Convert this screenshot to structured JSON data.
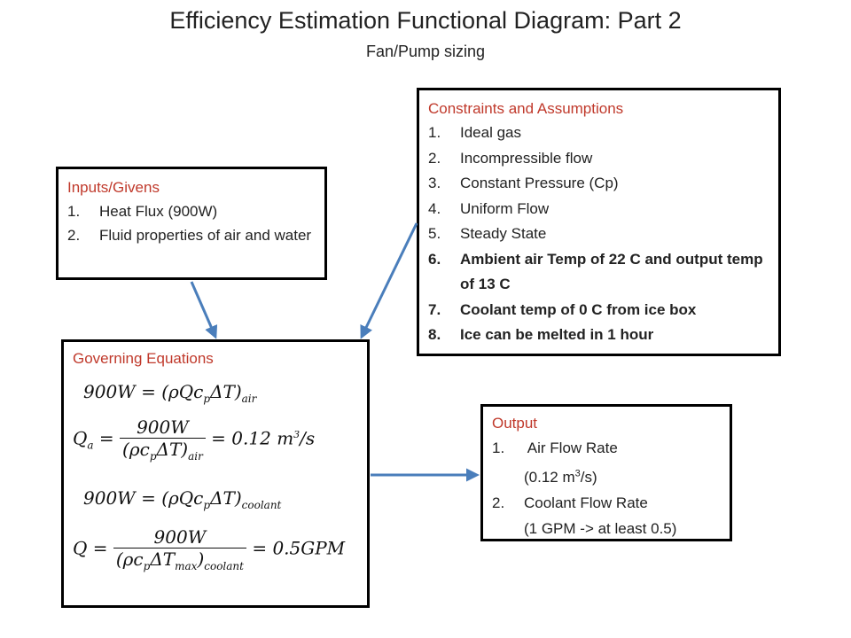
{
  "title": "Efficiency Estimation Functional Diagram: Part 2",
  "subtitle": "Fan/Pump sizing",
  "inputs": {
    "title": "Inputs/Givens",
    "items": [
      {
        "num": "1.",
        "text": "Heat Flux (900W)"
      },
      {
        "num": "2.",
        "text": "Fluid properties of air and water"
      }
    ]
  },
  "constraints": {
    "title": "Constraints and Assumptions",
    "items": [
      {
        "num": "1.",
        "text": "Ideal gas"
      },
      {
        "num": "2.",
        "text": "Incompressible flow"
      },
      {
        "num": "3.",
        "text": "Constant Pressure (Cp)"
      },
      {
        "num": "4.",
        "text": "Uniform Flow"
      },
      {
        "num": "5.",
        "text": "Steady State"
      },
      {
        "num": "6.",
        "text": "Ambient air Temp of 22 C and output temp of 13 C"
      },
      {
        "num": "7.",
        "text": "Coolant temp of 0 C from ice box"
      },
      {
        "num": "8.",
        "text": "Ice can be melted in 1 hour"
      }
    ]
  },
  "governing": {
    "title": "Governing Equations"
  },
  "output": {
    "title": "Output",
    "items": [
      {
        "num": "1.",
        "text": " Air Flow Rate",
        "detail_pre": "(0.12 m",
        "detail_sup": "3",
        "detail_post": "/s)"
      },
      {
        "num": "2.",
        "text": "Coolant Flow Rate",
        "detail": "(1 GPM -> at least 0.5)"
      }
    ]
  },
  "colors": {
    "box_title": "#c0392b",
    "arrow": "#4a7ebb",
    "border": "#000000"
  }
}
